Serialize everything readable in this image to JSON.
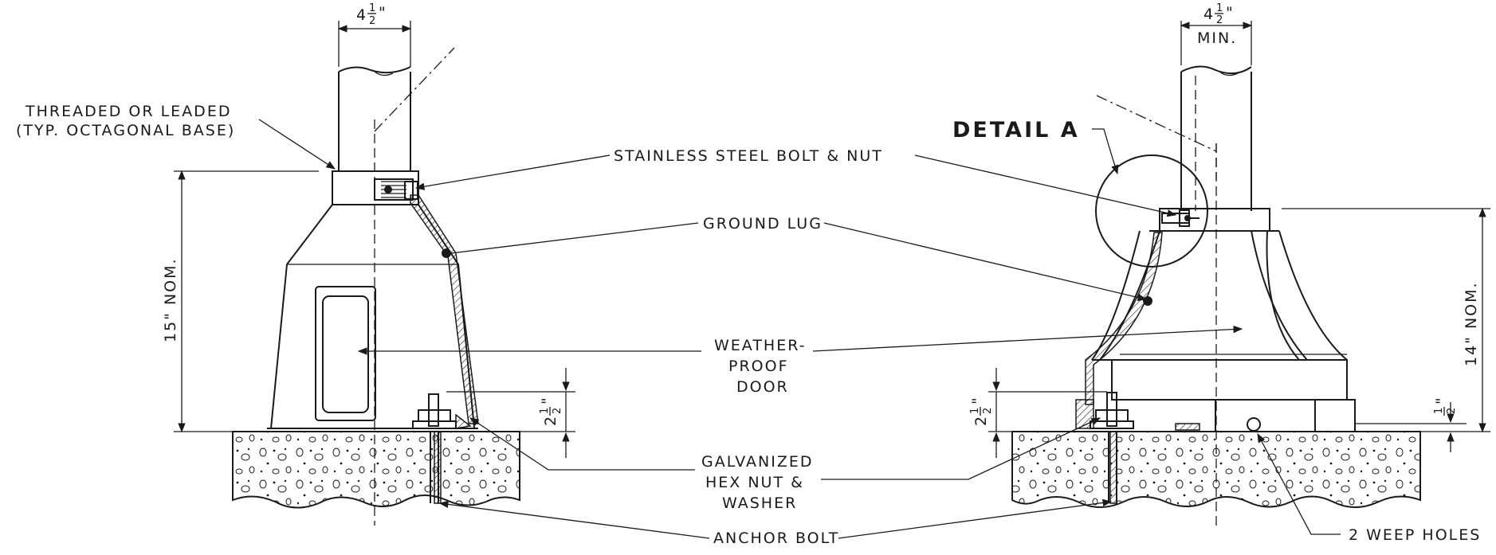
{
  "labels": {
    "threaded_line1": "THREADED OR LEADED",
    "threaded_line2": "(TYP. OCTAGONAL BASE)",
    "stainless_bolt": "STAINLESS STEEL BOLT & NUT",
    "ground_lug": "GROUND LUG",
    "weather_line1": "WEATHER-",
    "weather_line2": "PROOF",
    "weather_line3": "DOOR",
    "galv_line1": "GALVANIZED",
    "galv_line2": "HEX NUT &",
    "galv_line3": "WASHER",
    "anchor_bolt": "ANCHOR BOLT",
    "weep_holes": "2 WEEP HOLES",
    "detail_a": "DETAIL A"
  },
  "dimensions": {
    "left_top_whole": "4",
    "left_top_frac_num": "1",
    "left_top_frac_den": "2",
    "left_top_inch": "\"",
    "right_top_whole": "4",
    "right_top_frac_num": "1",
    "right_top_frac_den": "2",
    "right_top_inch": "\"",
    "right_top_min": "MIN.",
    "left_height": "15\" NOM.",
    "right_height": "14\" NOM.",
    "left_bolt_whole": "2",
    "left_bolt_frac_num": "1",
    "left_bolt_frac_den": "2",
    "left_bolt_inch": "\"",
    "right_bolt_whole": "2",
    "right_bolt_frac_num": "1",
    "right_bolt_frac_den": "2",
    "right_bolt_inch": "\"",
    "weep_frac_num": "1",
    "weep_frac_den": "2",
    "weep_inch": "\""
  }
}
